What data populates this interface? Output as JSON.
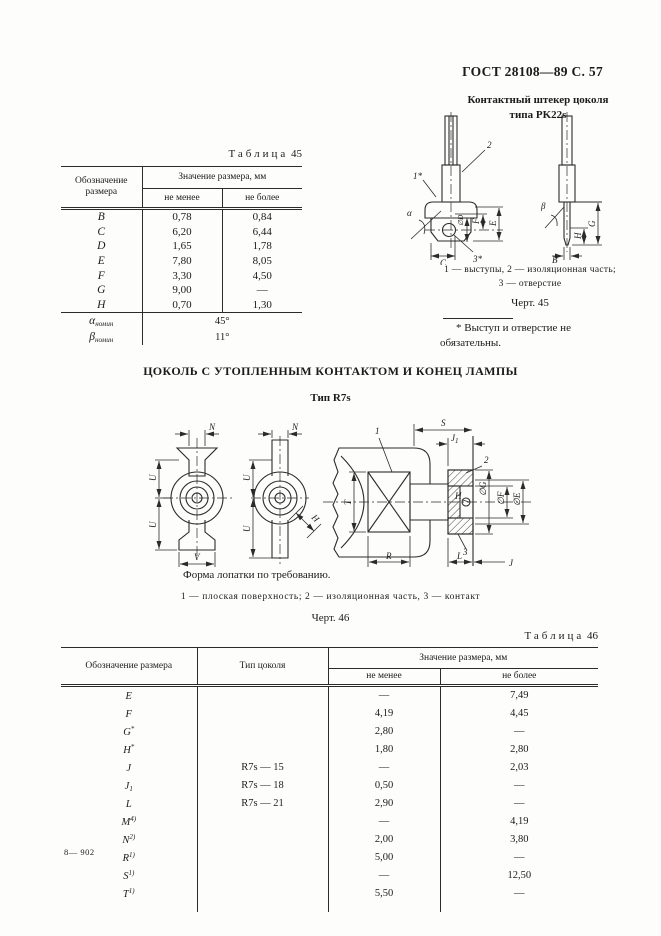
{
  "page": {
    "header": "ГОСТ 28108—89 С. 57",
    "printer_mark": "8— 902"
  },
  "fig45": {
    "title1": "Контактный штекер цоколя",
    "title2": "типа PK22s",
    "caption1": "1 — выступы, 2 — изоляционная часть;",
    "caption2": "3 — отверстие",
    "label": "Черт. 45",
    "footnote1": "* Выступ и отверстие не",
    "footnote2": "обязательны.",
    "marks": {
      "m1": "1*",
      "m2": "2",
      "m3": "3*",
      "alpha": "α",
      "beta": "β",
      "dD": "∅D",
      "f": "F",
      "e": "E",
      "c": "C",
      "h": "H",
      "g": "G",
      "b": "B"
    }
  },
  "table45": {
    "title_word": "Таблица",
    "title_num": "45",
    "h_designation1": "Обозначение",
    "h_designation2": "размера",
    "h_value": "Значение размера, мм",
    "h_min": "не менее",
    "h_max": "не более",
    "rows": [
      {
        "name": "B",
        "min": "0,78",
        "max": "0,84"
      },
      {
        "name": "C",
        "min": "6,20",
        "max": "6,44"
      },
      {
        "name": "D",
        "min": "1,65",
        "max": "1,78"
      },
      {
        "name": "E",
        "min": "7,80",
        "max": "8,05"
      },
      {
        "name": "F",
        "min": "3,30",
        "max": "4,50"
      },
      {
        "name": "G",
        "min": "9,00",
        "max": "—"
      },
      {
        "name": "H",
        "min": "0,70",
        "max": "1,30"
      }
    ],
    "alpha": {
      "sym": "α",
      "sub": "номин",
      "value": "45°"
    },
    "beta": {
      "sym": "β",
      "sub": "номин",
      "value": "11°"
    }
  },
  "section46": {
    "title": "ЦОКОЛЬ С УТОПЛЕННЫМ КОНТАКТОМ И КОНЕЦ ЛАМПЫ",
    "subtitle": "Тип R7s",
    "note": "Форма лопатки по требованию.",
    "caption": "1 — плоская поверхность; 2 — изоляционная часть, 3 — контакт",
    "label": "Черт. 46",
    "marks": {
      "n": "N",
      "u": "U",
      "v": "V",
      "h": "H",
      "s": "S",
      "j1main": "J",
      "j1sub": "1",
      "m1": "1",
      "m2": "2",
      "m3": "3",
      "dG": "∅G",
      "dF": "∅F",
      "dE": "∅E",
      "t": "T",
      "r": "R",
      "l": "L",
      "j": "J"
    }
  },
  "table46": {
    "title_word": "Таблица",
    "title_num": "46",
    "h_designation": "Обозначение размера",
    "h_type": "Тип цоколя",
    "h_value": "Значение размера, мм",
    "h_min": "не менее",
    "h_max": "не более",
    "rows": [
      {
        "name": "E",
        "sub": "",
        "sup": "",
        "type": "",
        "min": "—",
        "max": "7,49"
      },
      {
        "name": "F",
        "sub": "",
        "sup": "",
        "type": "",
        "min": "4,19",
        "max": "4,45"
      },
      {
        "name": "G",
        "sub": "",
        "sup": "*",
        "type": "",
        "min": "2,80",
        "max": "—"
      },
      {
        "name": "H",
        "sub": "",
        "sup": "*",
        "type": "",
        "min": "1,80",
        "max": "2,80"
      },
      {
        "name": "J",
        "sub": "",
        "sup": "",
        "type": "R7s — 15",
        "min": "—",
        "max": "2,03"
      },
      {
        "name": "J",
        "sub": "1",
        "sup": "",
        "type": "R7s — 18",
        "min": "0,50",
        "max": "—"
      },
      {
        "name": "L",
        "sub": "",
        "sup": "",
        "type": "R7s — 21",
        "min": "2,90",
        "max": "—"
      },
      {
        "name": "M",
        "sub": "",
        "sup": "4)",
        "type": "",
        "min": "—",
        "max": "4,19"
      },
      {
        "name": "N",
        "sub": "",
        "sup": "2)",
        "type": "",
        "min": "2,00",
        "max": "3,80"
      },
      {
        "name": "R",
        "sub": "",
        "sup": "1)",
        "type": "",
        "min": "5,00",
        "max": "—"
      },
      {
        "name": "S",
        "sub": "",
        "sup": "1)",
        "type": "",
        "min": "—",
        "max": "12,50"
      },
      {
        "name": "T",
        "sub": "",
        "sup": "1)",
        "type": "",
        "min": "5,50",
        "max": "—"
      }
    ]
  }
}
